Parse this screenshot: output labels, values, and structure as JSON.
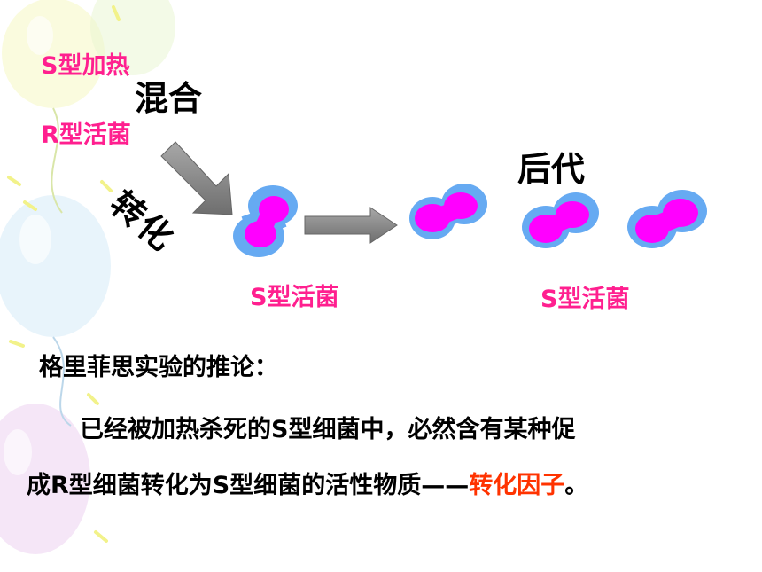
{
  "diagram": {
    "inputs": [
      "S型加热",
      "R型活菌"
    ],
    "mix_label": "混合",
    "transform_label": "转化",
    "offspring_label": "后代",
    "result_label_left": "S型活菌",
    "result_label_right": "S型活菌"
  },
  "conclusion": {
    "heading": "格里菲思实验的推论：",
    "line1": "已经被加热杀死的S型细菌中，必然含有某种促",
    "line2_before": "成R型细菌转化为S型细菌的活性物质——",
    "line2_highlight": "转化因子",
    "line2_after": "。"
  },
  "colors": {
    "label_pink": "#ff1f8f",
    "cell_inner": "#ff00ff",
    "cell_capsule": "#66aaf2",
    "arrow_gray": "#888888",
    "highlight": "#ff3300"
  }
}
